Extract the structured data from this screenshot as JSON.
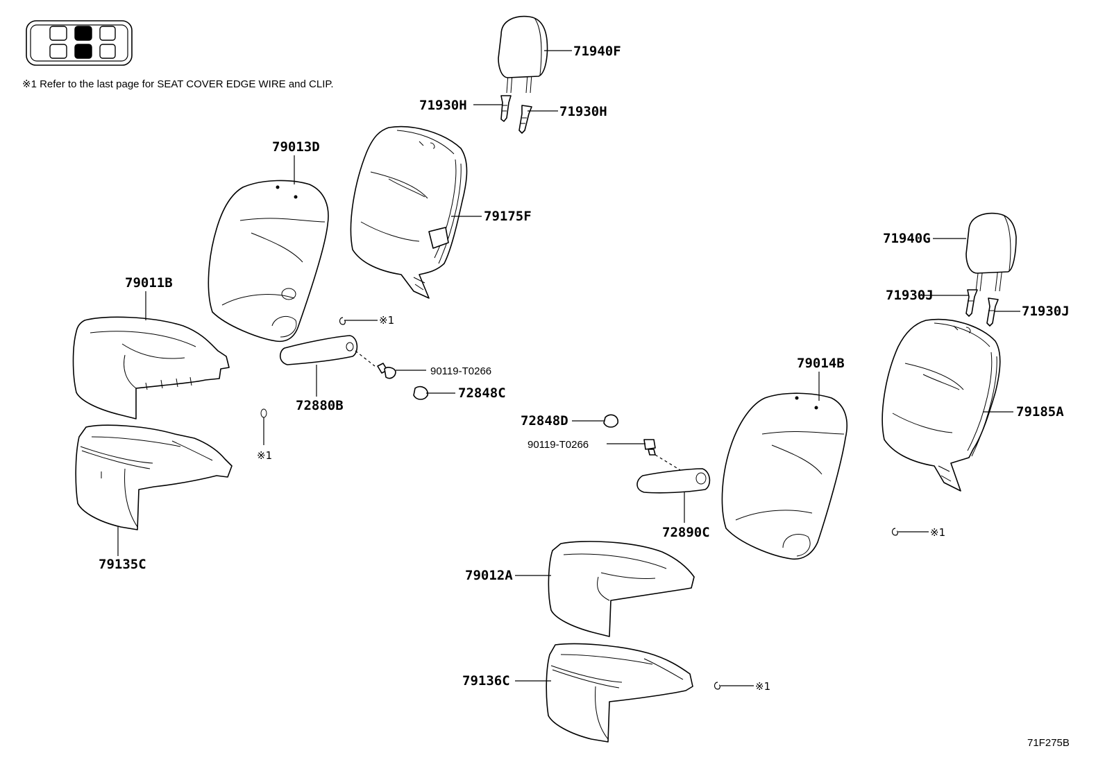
{
  "note": "※1 Refer to the last page for SEAT COVER EDGE WIRE and CLIP.",
  "figure_code": "71F275B",
  "ref_mark": "※1",
  "seat_position_icon": {
    "cells": [
      {
        "row": 1,
        "col": 1,
        "filled": false
      },
      {
        "row": 1,
        "col": 2,
        "filled": true
      },
      {
        "row": 1,
        "col": 3,
        "filled": false
      },
      {
        "row": 2,
        "col": 1,
        "filled": false
      },
      {
        "row": 2,
        "col": 2,
        "filled": true
      },
      {
        "row": 2,
        "col": 3,
        "filled": false
      }
    ]
  },
  "parts": {
    "p71940F": "71940F",
    "p71930H_left": "71930H",
    "p71930H_right": "71930H",
    "p79013D": "79013D",
    "p79175F": "79175F",
    "p79011B": "79011B",
    "p90119_left": "90119-T0266",
    "p72848C": "72848C",
    "p72880B": "72880B",
    "p79135C": "79135C",
    "p71940G": "71940G",
    "p71930J_left": "71930J",
    "p71930J_right": "71930J",
    "p79014B": "79014B",
    "p79185A": "79185A",
    "p72848D": "72848D",
    "p90119_right": "90119-T0266",
    "p72890C": "72890C",
    "p79012A": "79012A",
    "p79136C": "79136C"
  }
}
